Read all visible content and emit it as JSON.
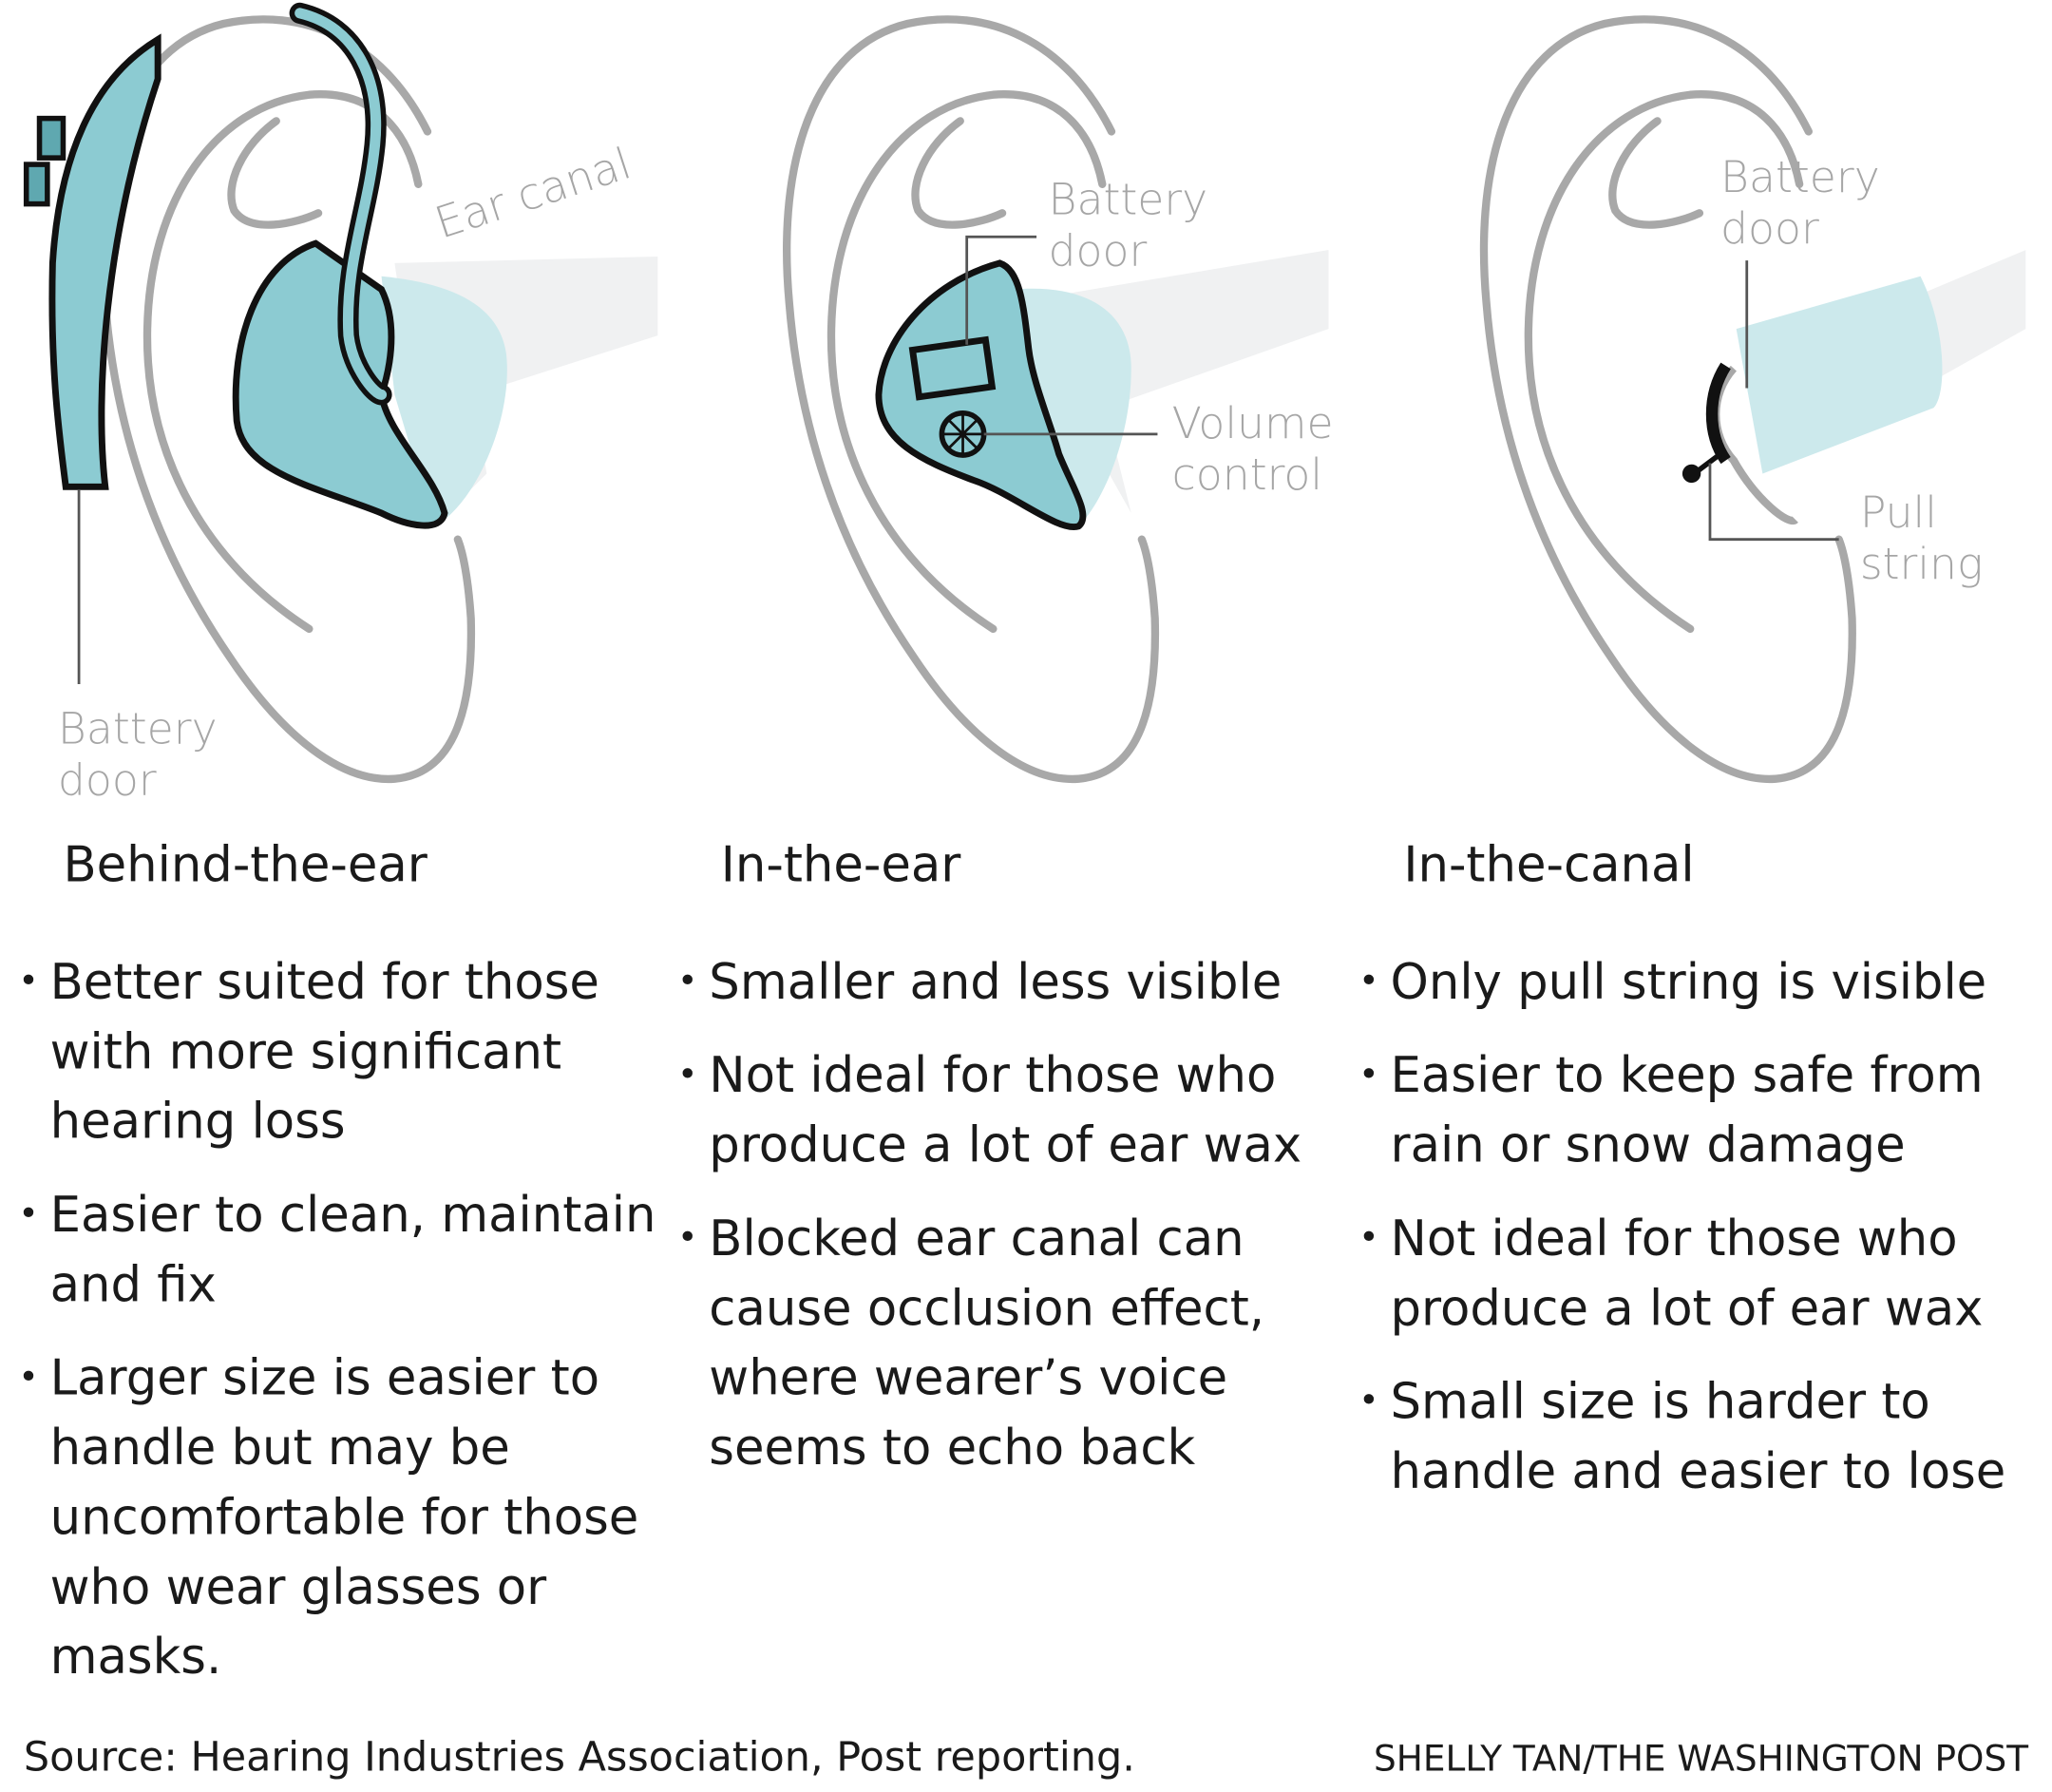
{
  "colors": {
    "device": "#8ccbd2",
    "device_dark": "#4f9aa3",
    "canal": "#cce9ec",
    "ear_line": "#a8a8a8",
    "label": "#a6a6a6"
  },
  "diagrams": [
    {
      "title": "Behind-the-ear",
      "labels": {
        "canal": "Ear canal",
        "battery_door": "Battery door"
      },
      "bullets": [
        "Better suited for those with more significant hearing loss",
        "Easier to clean, maintain and fix",
        "Larger size is easier to handle but may be uncomfortable for those who wear glasses or masks."
      ]
    },
    {
      "title": "In-the-ear",
      "labels": {
        "battery_door": "Battery door",
        "volume": "Volume control"
      },
      "bullets": [
        "Smaller and less visible",
        "Not ideal for those who produce a lot of ear wax",
        "Blocked ear canal can cause occlusion effect, where wearer’s voice seems to echo back"
      ]
    },
    {
      "title": "In-the-canal",
      "labels": {
        "battery_door": "Battery door",
        "pull_string": "Pull string"
      },
      "bullets": [
        "Only pull string is visible",
        "Easier to keep safe from rain or snow damage",
        "Not ideal for those who produce a lot of ear wax",
        "Small size is harder to handle and easier to lose"
      ]
    }
  ],
  "footer": {
    "source": "Source: Hearing Industries Association, Post reporting.",
    "credit": "SHELLY TAN/THE WASHINGTON POST"
  }
}
